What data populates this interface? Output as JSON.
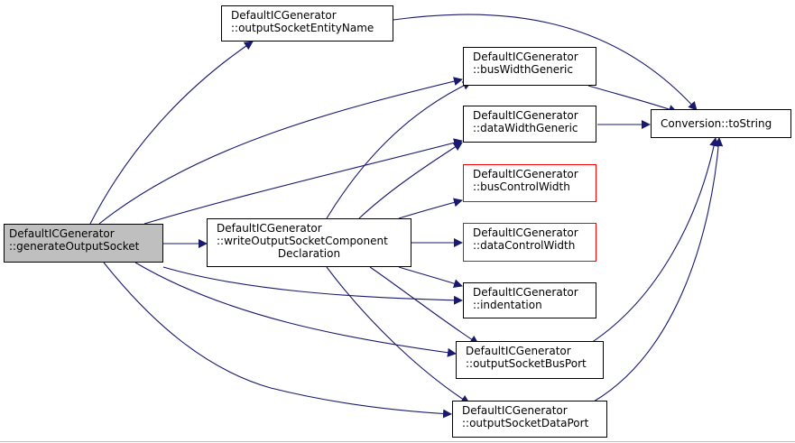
{
  "colors": {
    "edge": "#191970",
    "node_border": "#000000",
    "node_border_incomplete": "#ff0000",
    "root_fill": "#bfbfbf"
  },
  "nodes": {
    "generateOutputSocket": {
      "line1": "DefaultICGenerator",
      "line2": "::generateOutputSocket"
    },
    "outputSocketEntityName": {
      "line1": "DefaultICGenerator",
      "line2": "::outputSocketEntityName"
    },
    "busWidthGeneric": {
      "line1": "DefaultICGenerator",
      "line2": "::busWidthGeneric"
    },
    "dataWidthGeneric": {
      "line1": "DefaultICGenerator",
      "line2": "::dataWidthGeneric"
    },
    "busControlWidth": {
      "line1": "DefaultICGenerator",
      "line2": "::busControlWidth"
    },
    "writeOutputSocketComponentDeclaration": {
      "line1": "DefaultICGenerator",
      "line2": "::writeOutputSocketComponent",
      "line3": "Declaration"
    },
    "dataControlWidth": {
      "line1": "DefaultICGenerator",
      "line2": "::dataControlWidth"
    },
    "indentation": {
      "line1": "DefaultICGenerator",
      "line2": "::indentation"
    },
    "outputSocketBusPort": {
      "line1": "DefaultICGenerator",
      "line2": "::outputSocketBusPort"
    },
    "outputSocketDataPort": {
      "line1": "DefaultICGenerator",
      "line2": "::outputSocketDataPort"
    },
    "conversionToString": {
      "line1": "Conversion::toString"
    }
  }
}
